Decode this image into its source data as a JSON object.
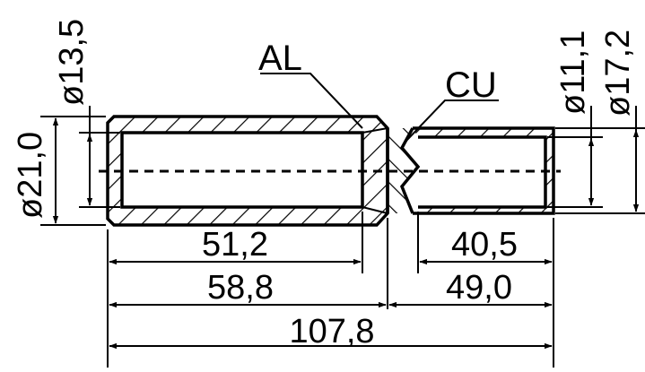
{
  "labels": {
    "aluminium": "AL",
    "copper": "CU"
  },
  "dimensions": {
    "al_bore_length": "51,2",
    "al_total_length": "58,8",
    "cu_bore_length": "40,5",
    "cu_total_length": "49,0",
    "overall_length": "107,8",
    "al_inner_diameter": "ø13,5",
    "al_outer_diameter": "ø21,0",
    "cu_inner_diameter": "ø11,1",
    "cu_outer_diameter": "ø17,2"
  }
}
